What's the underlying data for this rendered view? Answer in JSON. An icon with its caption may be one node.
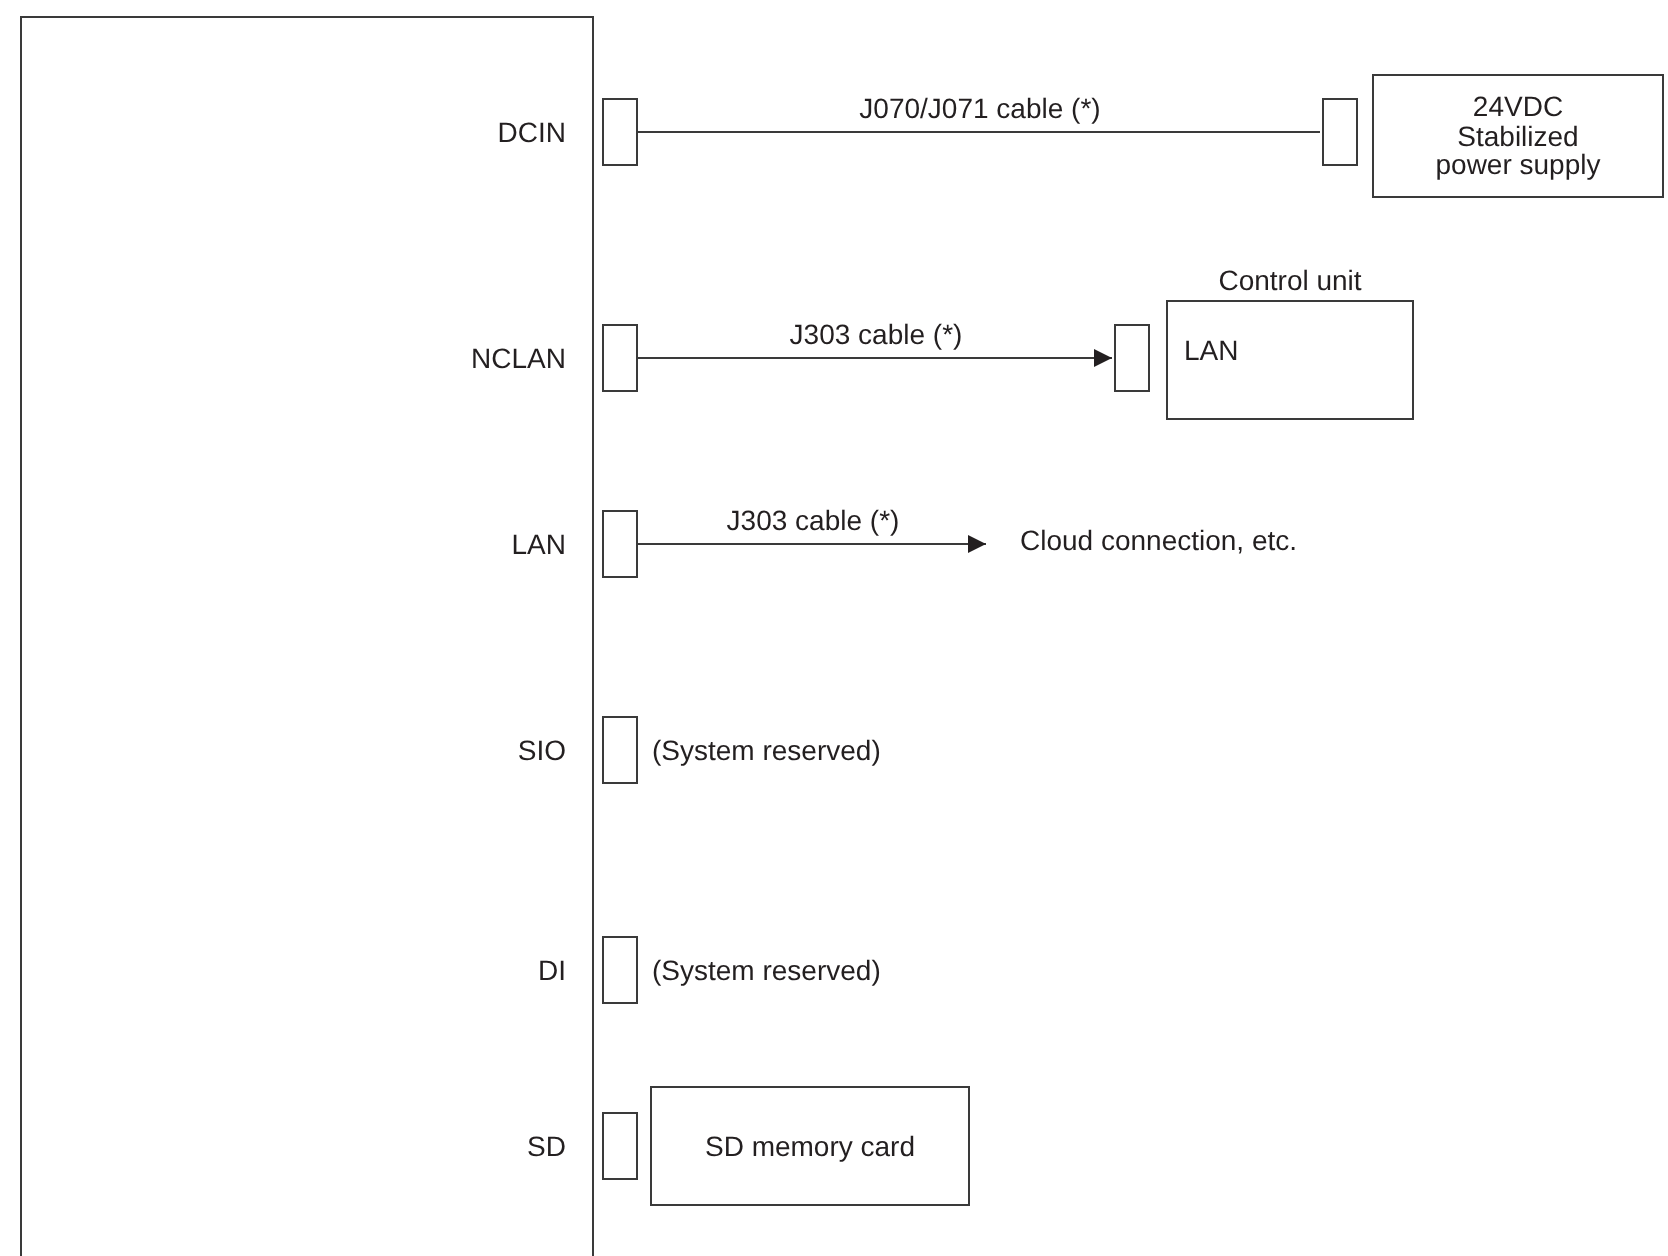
{
  "diagram": {
    "nodes": [
      {
        "text": [],
        "shape": "box"
      },
      {
        "text": [],
        "shape": "box"
      },
      {
        "text": [],
        "shape": "box"
      },
      {
        "text": [
          "24VDC Stabilized power supply"
        ]
      },
      {
        "text": [],
        "shape": "box"
      },
      {
        "text": [],
        "shape": "box"
      },
      {
        "text": [
          "Control unit",
          "LAN"
        ]
      },
      {
        "text": [],
        "shape": "box"
      },
      {
        "text": [
          "Cloud connection, etc."
        ]
      },
      {
        "text": [],
        "shape": "box"
      },
      {
        "text": [],
        "shape": "box"
      },
      {
        "text": [],
        "shape": "box"
      },
      {
        "text": [
          "SD memory card"
        ]
      }
    ],
    "edges": [
      {
        "from": 1,
        "to": 2,
        "arrow": "none",
        "label": "J070/J071 cable (*)"
      },
      {
        "from": 4,
        "to": 5,
        "arrow": "to",
        "label": "J303 cable (*)"
      },
      {
        "from": 7,
        "to": 8,
        "arrow": "to",
        "label": "J303 cable (*)"
      }
    ],
    "labels": [
      "DCIN",
      "NCLAN",
      "LAN",
      "SIO",
      "(System reserved)",
      "DI",
      "(System reserved)",
      "SD"
    ]
  }
}
